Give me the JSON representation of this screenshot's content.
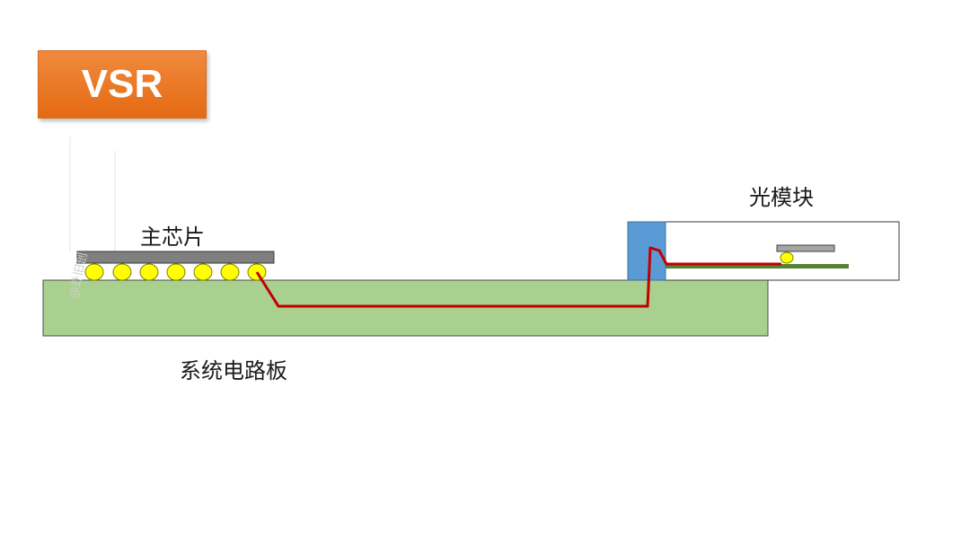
{
  "title": "VSR",
  "labels": {
    "chip": "主芯片",
    "module": "光模块",
    "board": "系统电路板"
  },
  "watermark": "@卦旧创",
  "colors": {
    "title_badge": "#e8731c",
    "board": "#a9d08e",
    "chip_body": "#7f7f7f",
    "solder_ball": "#ffff00",
    "connector": "#5b9bd5",
    "signal_trace": "#c00000",
    "module_board": "#548235"
  }
}
